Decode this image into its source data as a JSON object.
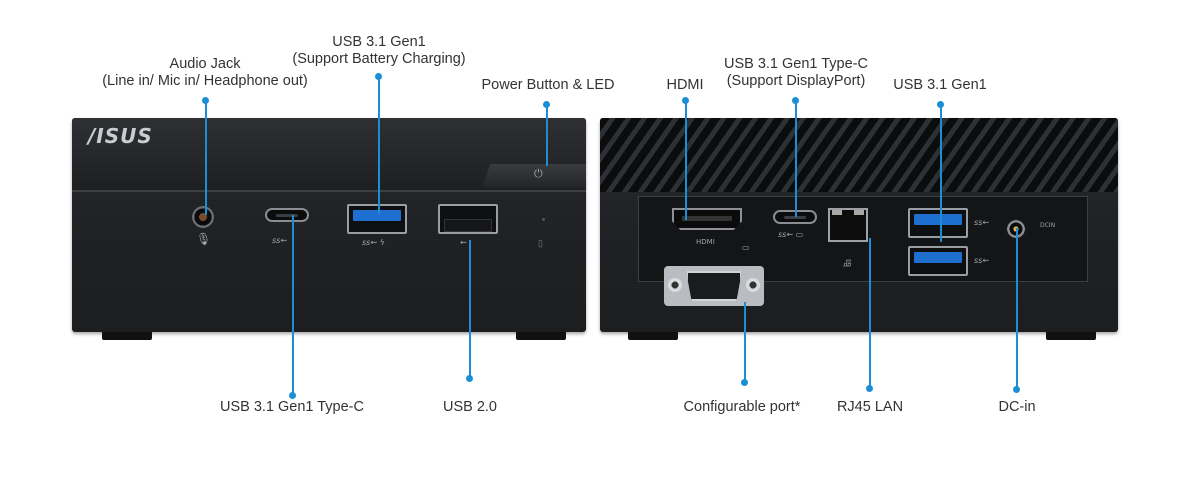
{
  "labels": {
    "audio_jack_line1": "Audio Jack",
    "audio_jack_line2": "(Line in/ Mic in/ Headphone out)",
    "usb31_charging_line1": "USB 3.1 Gen1",
    "usb31_charging_line2": "(Support Battery Charging)",
    "power_button": "Power Button & LED",
    "usbc_front": "USB 3.1 Gen1 Type-C",
    "usb20": "USB 2.0",
    "hdmi": "HDMI",
    "usbc_rear_line1": "USB 3.1 Gen1 Type-C",
    "usbc_rear_line2": "(Support DisplayPort)",
    "usb31_rear": "USB 3.1 Gen1",
    "configurable_port": "Configurable port*",
    "rj45_lan": "RJ45 LAN",
    "dc_in": "DC-in"
  },
  "device_text": {
    "logo": "/ISUS",
    "hdmi_marking": "HDMI",
    "dcin_marking": "DCIN"
  },
  "colors": {
    "callout": "#1b8fd6",
    "usb3_tongue": "#1e6fd0",
    "device_body": "#1e2023"
  }
}
